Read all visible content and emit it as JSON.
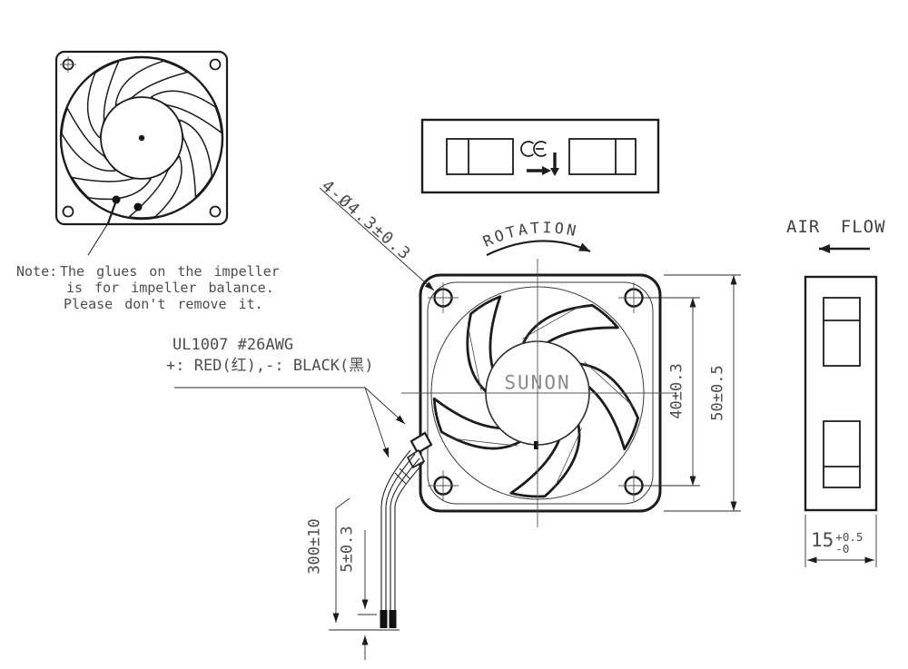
{
  "colors": {
    "background": "#ffffff",
    "outline": "#1c1c1c",
    "dimension_line": "#2b2b2b",
    "text": "#4d4d4d",
    "brand_text": "#8a8a8a"
  },
  "note": {
    "prefix": "Note:",
    "line1": "The glues on the impeller",
    "line2": "is for impeller balance.",
    "line3": "Please don't remove it."
  },
  "wire_spec": {
    "line1": "UL1007 #26AWG",
    "line2": "+: RED(红),-: BLACK(黑)"
  },
  "labels": {
    "rotation": "ROTATION",
    "air_flow": "AIR FLOW",
    "brand": "SUNON"
  },
  "dims": {
    "mounting_holes": "4-Ø4.3±0.3",
    "hole_pitch": "40±0.3",
    "frame_width": "50±0.5",
    "lead_length": "300±10",
    "strip_length": "5±0.3",
    "depth_value": "15",
    "depth_tol_plus": "+0.5",
    "depth_tol_minus": "-0"
  },
  "icons": {
    "ce_mark": "CE",
    "rotation_arrow": "curved-arrow-clockwise",
    "air_flow_arrow": "arrow-left",
    "ce_right_arrow": "arrow-right",
    "ce_down_arrow": "arrow-down"
  }
}
